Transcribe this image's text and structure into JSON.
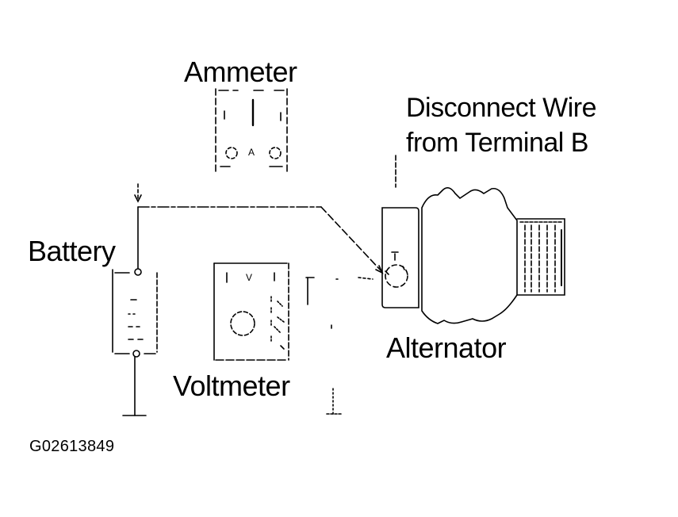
{
  "diagram": {
    "labels": {
      "ammeter": "Ammeter",
      "battery": "Battery",
      "voltmeter": "Voltmeter",
      "alternator": "Alternator",
      "disconnect_line1": "Disconnect Wire",
      "disconnect_line2": "from Terminal B"
    },
    "ammeter_symbol": "A",
    "voltmeter_symbol": "V",
    "figure_id": "G02613849"
  },
  "colors": {
    "ink": "#000000",
    "background": "#ffffff"
  }
}
